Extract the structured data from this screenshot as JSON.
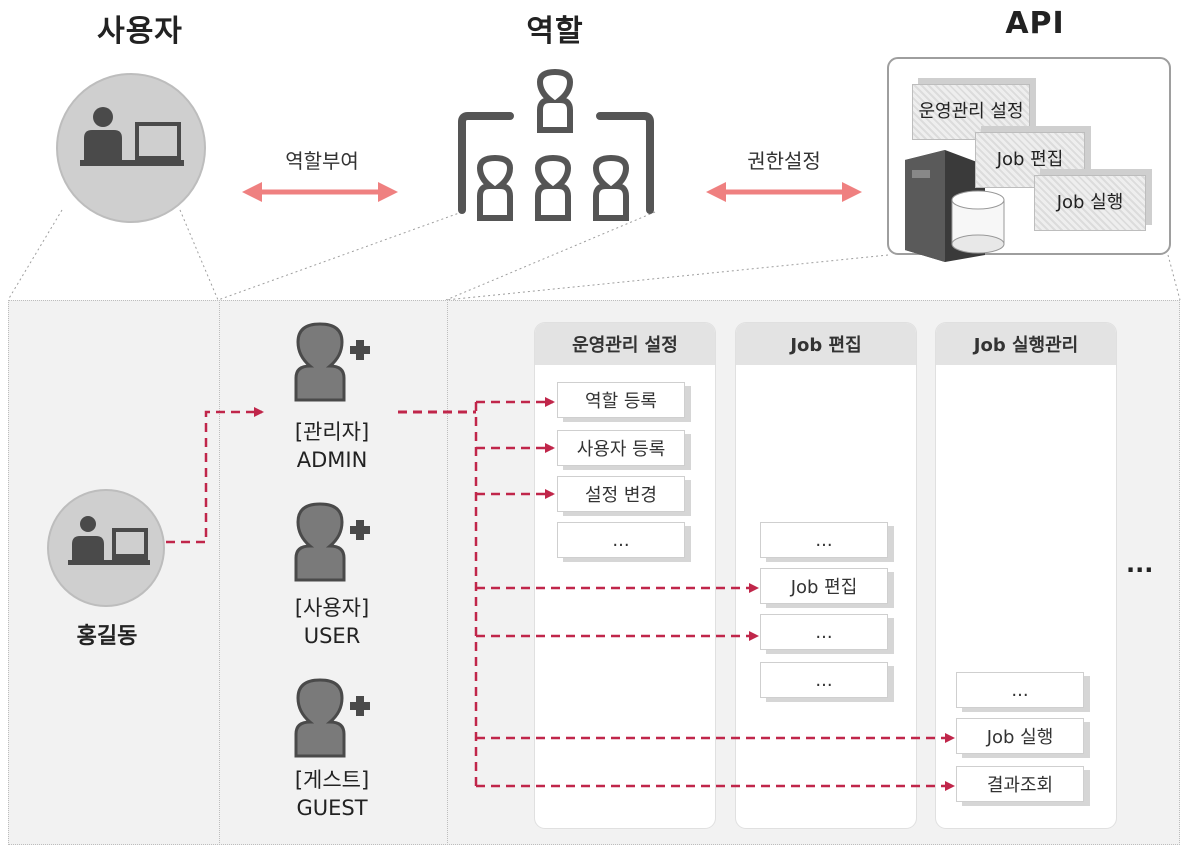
{
  "headers": {
    "user": "사용자",
    "role": "역할",
    "api": "API"
  },
  "arrows": {
    "assign_role": "역할부여",
    "set_permission": "권한설정"
  },
  "api_cards": [
    "운영관리 설정",
    "Job 편집",
    "Job 실행"
  ],
  "user_name": "홍길동",
  "roles": [
    {
      "line1": "[관리자]",
      "line2": "ADMIN"
    },
    {
      "line1": "[사용자]",
      "line2": "USER"
    },
    {
      "line1": "[게스트]",
      "line2": "GUEST"
    }
  ],
  "columns": [
    {
      "title": "운영관리 설정",
      "items": [
        "역할 등록",
        "사용자 등록",
        "설정 변경",
        "..."
      ]
    },
    {
      "title": "Job 편집",
      "items": [
        "...",
        "Job 편집",
        "...",
        "..."
      ]
    },
    {
      "title": "Job 실행관리",
      "items": [
        "...",
        "Job 실행",
        "결과조회"
      ]
    }
  ],
  "more": "...",
  "colors": {
    "accent_arrow": "#ef8080",
    "dashed_link": "#c0264a",
    "icon_gray": "#4a4a4a"
  }
}
